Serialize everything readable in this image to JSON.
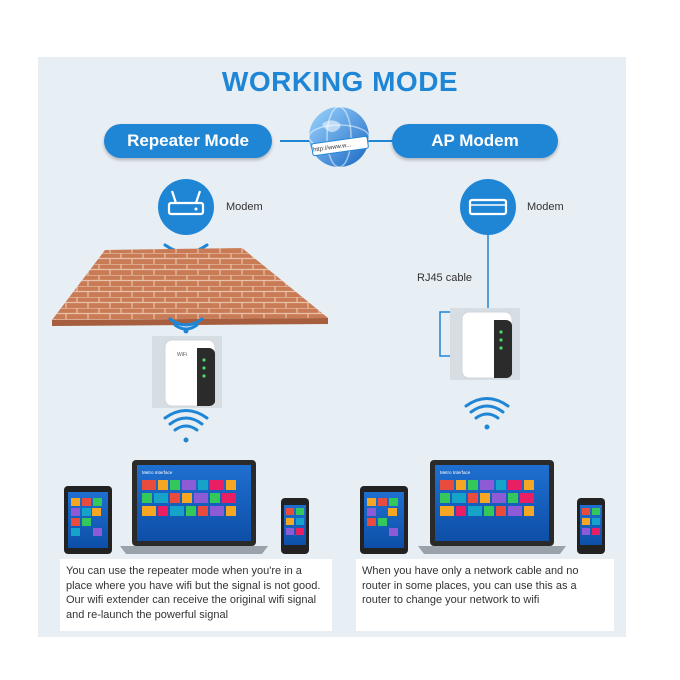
{
  "title": "WORKING MODE",
  "globe_label": "http://www.w...",
  "repeater": {
    "label": "Repeater Mode",
    "modem_label": "Modem",
    "description": "You can use the repeater mode when you're in a place where you have wifi but the signal is not good. Our wifi extender can receive the original wifi signal and re-launch the powerful signal"
  },
  "ap": {
    "label": "AP Modem",
    "modem_label": "Modem",
    "cable_label": "RJ45 cable",
    "description": "When you have only a network cable and no router in some places, you can use this as a router to change your network to wifi"
  },
  "device_brand": "WiFi",
  "screen_title": "Metro Interface",
  "colors": {
    "accent": "#1f86d6",
    "panel": "#e7eef4",
    "brick": "#c97b56"
  }
}
